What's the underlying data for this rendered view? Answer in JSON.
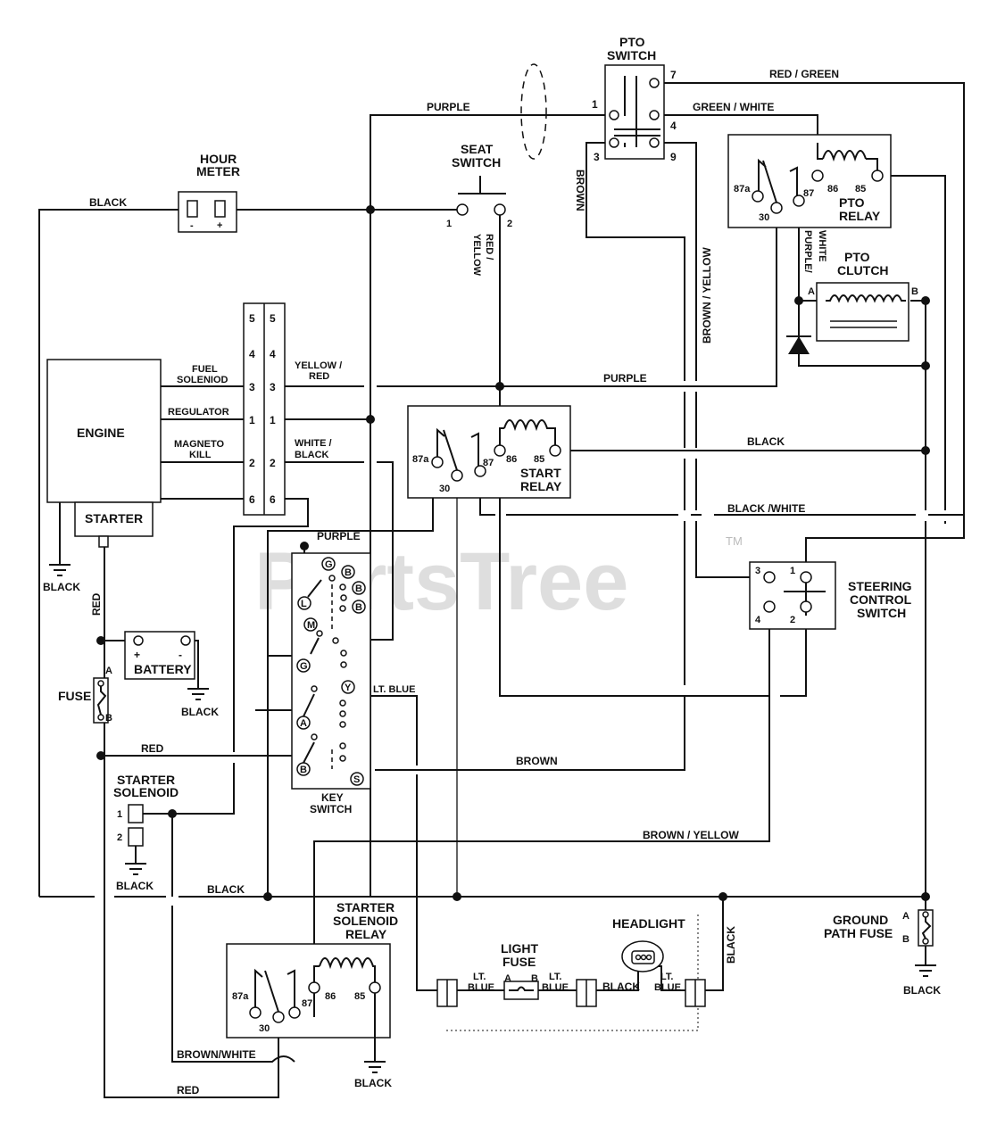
{
  "components": {
    "engine": "ENGINE",
    "starter": "STARTER",
    "hour_meter": [
      "HOUR",
      "METER"
    ],
    "hour_meter_minus": "-",
    "hour_meter_plus": "+",
    "seat_switch": [
      "SEAT",
      "SWITCH"
    ],
    "pto_switch": [
      "PTO",
      "SWITCH"
    ],
    "pto_relay": [
      "PTO",
      "RELAY"
    ],
    "pto_clutch": [
      "PTO",
      "CLUTCH"
    ],
    "start_relay": [
      "START",
      "RELAY"
    ],
    "key_switch": [
      "KEY",
      "SWITCH"
    ],
    "battery": "BATTERY",
    "battery_plus": "+",
    "battery_minus": "-",
    "fuse": "FUSE",
    "starter_solenoid": [
      "STARTER",
      "SOLENOID"
    ],
    "starter_solenoid_relay": [
      "STARTER",
      "SOLENOID",
      "RELAY"
    ],
    "steering_control_switch": [
      "STEERING",
      "CONTROL",
      "SWITCH"
    ],
    "light_fuse": [
      "LIGHT",
      "FUSE"
    ],
    "headlight": "HEADLIGHT",
    "ground_path_fuse": [
      "GROUND",
      "PATH FUSE"
    ]
  },
  "engine_labels": {
    "fuel_solenoid": [
      "FUEL",
      "SOLENIOD"
    ],
    "regulator": "REGULATOR",
    "magneto_kill": [
      "MAGNETO",
      "KILL"
    ]
  },
  "wire_labels": {
    "purple_top": "PURPLE",
    "red_green": "RED / GREEN",
    "green_white": "GREEN / WHITE",
    "brown_vertical": "BROWN",
    "brown_yellow_vertical": "BROWN / YELLOW",
    "purple_white": [
      "PURPLE/",
      "WHITE"
    ],
    "black_hour": "BLACK",
    "red_yellow": [
      "RED /",
      "YELLOW"
    ],
    "yellow_red": [
      "YELLOW /",
      "RED"
    ],
    "purple_mid": "PURPLE",
    "white_black": [
      "WHITE /",
      "BLACK"
    ],
    "black_mid": "BLACK",
    "black_white": "BLACK /WHITE",
    "purple_key": "PURPLE",
    "black_engine_gnd": "BLACK",
    "red_vertical": "RED",
    "black_battery_gnd": "BLACK",
    "lt_blue": "LT. BLUE",
    "red_fuse": "RED",
    "brown_key": "BROWN",
    "brown_yellow_low": "BROWN / YELLOW",
    "black_solenoid_gnd": "BLACK",
    "black_bottom": "BLACK",
    "black_light_vertical": "BLACK",
    "brown_white": "BROWN/WHITE",
    "red_bottom": "RED",
    "black_relay_gnd": "BLACK",
    "black_ground_fuse": "BLACK",
    "lt_blue_1": [
      "LT.",
      "BLUE"
    ],
    "lt_blue_2": [
      "LT.",
      "BLUE"
    ],
    "black_headlight": "BLACK",
    "lt_blue_3": [
      "LT.",
      "BLUE"
    ]
  },
  "connector_pins": [
    "5",
    "4",
    "3",
    "1",
    "2",
    "6"
  ],
  "pin_numbers": {
    "pto_1": "1",
    "pto_3": "3",
    "pto_4": "4",
    "pto_7": "7",
    "pto_9": "9",
    "seat_1": "1",
    "seat_2": "2",
    "relay_87a": "87a",
    "relay_30": "30",
    "relay_87": "87",
    "relay_86": "86",
    "relay_85": "85",
    "steer_1": "1",
    "steer_2": "2",
    "steer_3": "3",
    "steer_4": "4",
    "sol_1": "1",
    "sol_2": "2",
    "fuse_a": "A",
    "fuse_b": "B",
    "clutch_a": "A",
    "clutch_b": "B"
  },
  "key_switch_terminals": [
    "G",
    "B",
    "L",
    "B",
    "B",
    "M",
    "G",
    "Y",
    "A",
    "B",
    "S"
  ],
  "watermark": "PartsTree",
  "watermark_tm": "TM"
}
